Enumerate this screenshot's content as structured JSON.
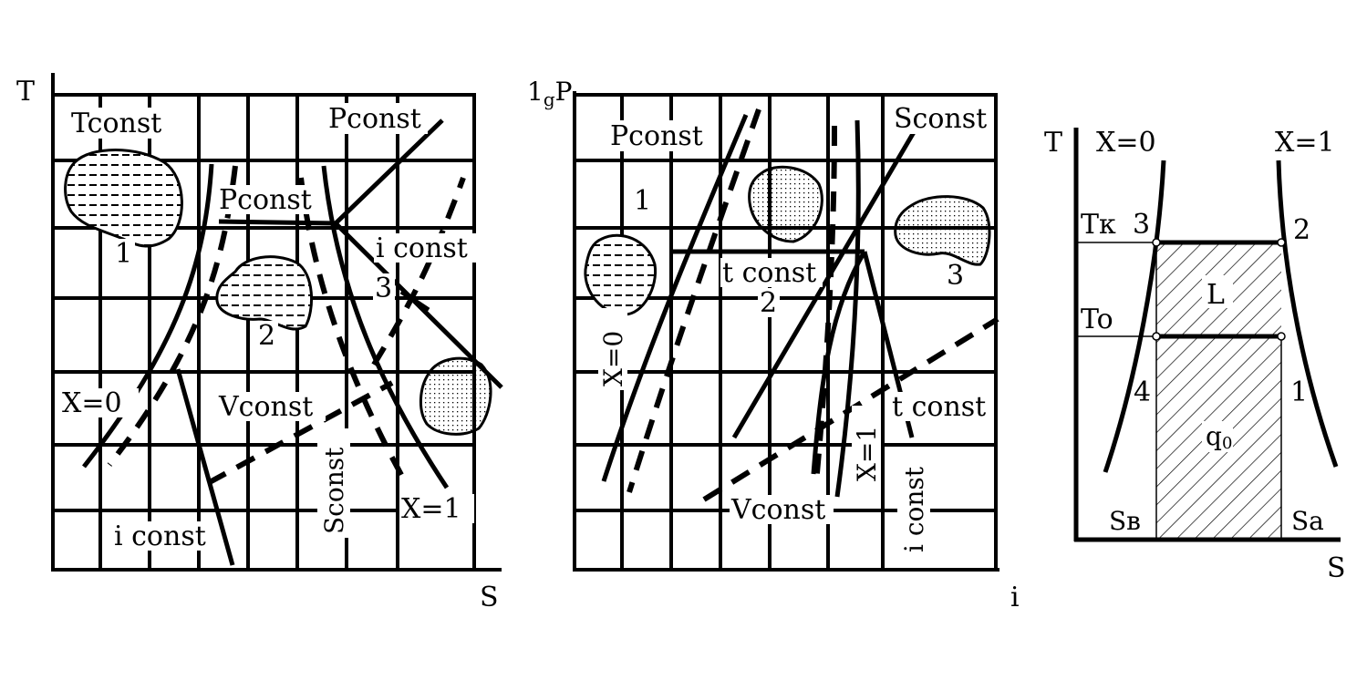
{
  "diagram1": {
    "axis_y": "T",
    "axis_x": "S",
    "labels": {
      "t_const": "Tconst",
      "p_const_top": "Pconst",
      "p_const_mid": "Pconst",
      "i_const_right": "i const",
      "n1": "1",
      "n2": "2",
      "n3": "3",
      "x0": "X=0",
      "v_const": "Vconst",
      "s_const": "Sconst",
      "x1": "X=1",
      "i_const_bottom": "i const"
    }
  },
  "diagram2": {
    "axis_y_main": "1",
    "axis_y_sub": "g",
    "axis_y_end": "P",
    "axis_x": "i",
    "labels": {
      "p_const": "Pconst",
      "s_const": "Sconst",
      "n1": "1",
      "n2": "2",
      "n3": "3",
      "t_const_mid": "t const",
      "x0": "X=0",
      "x1": "X=1",
      "t_const_right": "t const",
      "v_const": "Vconst",
      "i_const": "i const"
    }
  },
  "diagram3": {
    "axis_y": "T",
    "axis_x": "S",
    "labels": {
      "x0": "X=0",
      "x1": "X=1",
      "tk": "Tк",
      "p3": "3",
      "p2": "2",
      "to": "To",
      "L": "L",
      "p4": "4",
      "p1": "1",
      "q0_main": "q",
      "q0_sub": "0",
      "sb": "Sв",
      "sa": "Sa"
    }
  }
}
